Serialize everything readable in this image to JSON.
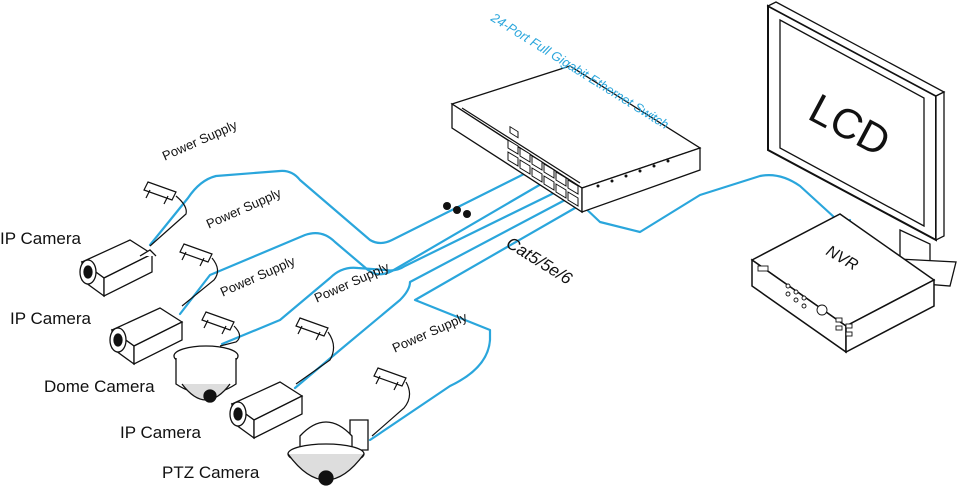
{
  "switch": {
    "label": "24-Port Full Gigabit Ethernet Switch",
    "color": "#2aa6dc"
  },
  "cable_type": "Cat5/5e/6",
  "monitor": {
    "label": "LCD"
  },
  "recorder": {
    "label": "NVR"
  },
  "power_supply_label": "Power Supply",
  "cameras": [
    {
      "label": "IP Camera"
    },
    {
      "label": "IP Camera"
    },
    {
      "label": "Dome Camera"
    },
    {
      "label": "IP Camera"
    },
    {
      "label": "PTZ Camera"
    }
  ],
  "colors": {
    "cable": "#2aa6dc",
    "line": "#111111"
  }
}
